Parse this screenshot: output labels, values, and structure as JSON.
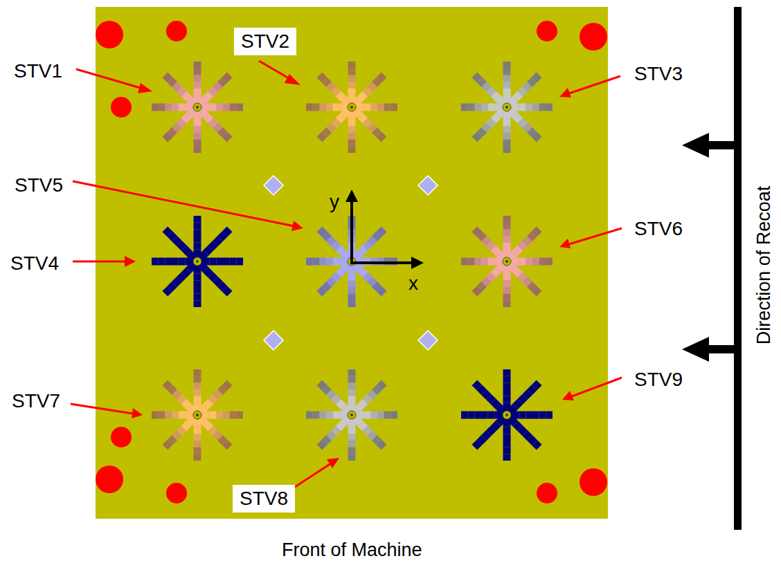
{
  "diagram": {
    "nodes": [
      {
        "text": [
          "STV2"
        ]
      },
      {
        "text": [
          "STV8"
        ]
      }
    ],
    "labels": [
      "STV1",
      "STV3",
      "STV5",
      "STV6",
      "STV4",
      "y",
      "x",
      "STV7",
      "STV9",
      "Direction of Recoat",
      "Front of Machine"
    ]
  }
}
